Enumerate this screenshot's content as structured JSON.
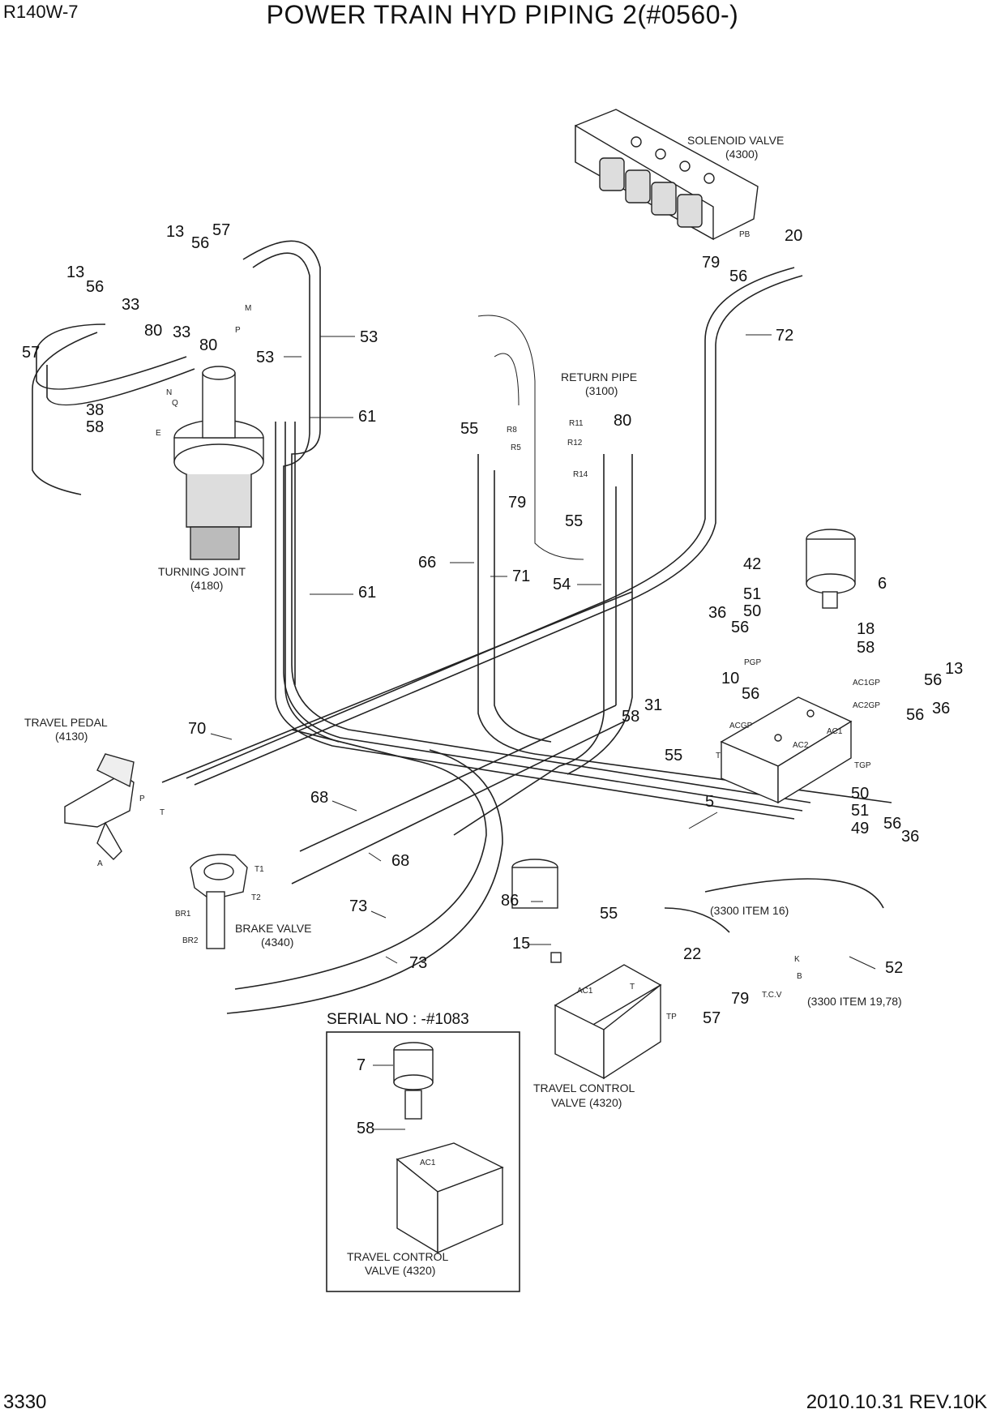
{
  "header": {
    "model": "R140W-7",
    "title": "POWER TRAIN HYD PIPING 2(#0560-)"
  },
  "footer": {
    "page_number": "3330",
    "revision": "2010.10.31 REV.10K"
  },
  "components": {
    "solenoid_valve": "SOLENOID VALVE",
    "solenoid_valve_ref": "(4300)",
    "return_pipe": "RETURN PIPE",
    "return_pipe_ref": "(3100)",
    "turning_joint": "TURNING JOINT",
    "turning_joint_ref": "(4180)",
    "travel_pedal": "TRAVEL PEDAL",
    "travel_pedal_ref": "(4130)",
    "brake_valve": "BRAKE VALVE",
    "brake_valve_ref": "(4340)",
    "travel_control_valve": "TRAVEL CONTROL",
    "travel_control_valve_ref": "VALVE (4320)",
    "item16": "(3300 ITEM 16)",
    "item1978": "(3300 ITEM 19,78)"
  },
  "inset": {
    "serial": "SERIAL NO : -#1083",
    "valve_line1": "TRAVEL CONTROL",
    "valve_line2": "VALVE (4320)",
    "p7": "7",
    "p58": "58"
  },
  "part_numbers": {
    "p13a": "13",
    "p56a": "56",
    "p57a": "57",
    "p13b": "13",
    "p56b": "56",
    "p33a": "33",
    "p57b": "57",
    "p80a": "80",
    "p33b": "33",
    "p80b": "80",
    "p53a": "53",
    "p53b": "53",
    "p38": "38",
    "p58a": "58",
    "p61a": "61",
    "p61b": "61",
    "p20": "20",
    "p79a": "79",
    "p56c": "56",
    "p72": "72",
    "p55a": "55",
    "p80c": "80",
    "p79b": "79",
    "p55b": "55",
    "p66": "66",
    "p71": "71",
    "p54": "54",
    "p42": "42",
    "p6": "6",
    "p51a": "51",
    "p50a": "50",
    "p36a": "36",
    "p56d": "56",
    "p18": "18",
    "p58b": "58",
    "p13c": "13",
    "p56e": "56",
    "p10": "10",
    "p56f": "56",
    "p36b": "36",
    "p56g": "56",
    "p58c": "58",
    "p31": "31",
    "p55c": "55",
    "p5": "5",
    "p50b": "50",
    "p51b": "51",
    "p49": "49",
    "p56h": "56",
    "p36c": "36",
    "p70": "70",
    "p68a": "68",
    "p68b": "68",
    "p73a": "73",
    "p73b": "73",
    "p86": "86",
    "p55d": "55",
    "p15": "15",
    "p22": "22",
    "p79c": "79",
    "p57c": "57",
    "p52": "52"
  },
  "ports": {
    "m": "M",
    "p": "P",
    "n": "N",
    "q": "Q",
    "e": "E",
    "pb": "PB",
    "r8": "R8",
    "r5": "R5",
    "r11": "R11",
    "r12": "R12",
    "r14": "R14",
    "pgp": "PGP",
    "acgp": "ACGP",
    "ac1gp": "AC1GP",
    "ac2gp": "AC2GP",
    "ac2": "AC2",
    "ac1": "AC1",
    "t": "T",
    "tgp": "TGP",
    "a": "A",
    "pp": "P",
    "tt": "T",
    "t1": "T1",
    "t2": "T2",
    "br1": "BR1",
    "br2": "BR2",
    "k": "K",
    "b": "B",
    "tcv": "T.C.V",
    "ac1b": "AC1",
    "tvt": "T",
    "tp": "TP",
    "ac1c": "AC1"
  }
}
